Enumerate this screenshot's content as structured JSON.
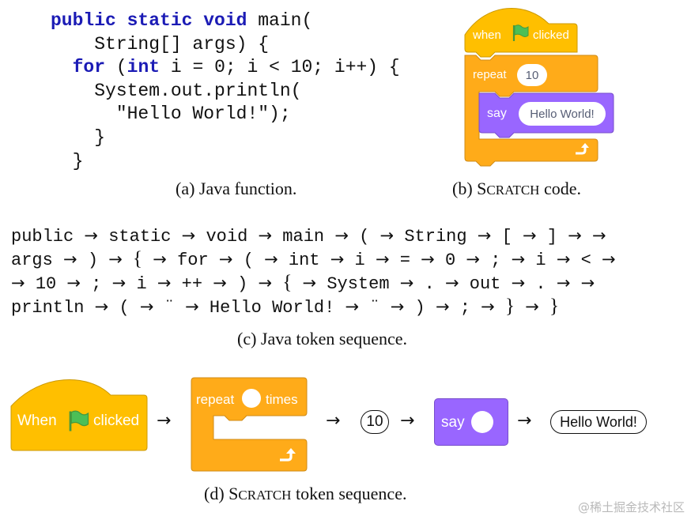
{
  "java_code": {
    "lines": [
      [
        {
          "t": "public static void",
          "kw": true
        },
        {
          "t": " main("
        }
      ],
      [
        {
          "t": "    String[] args) {"
        }
      ],
      [
        {
          "t": "  "
        },
        {
          "t": "for",
          "kw": true
        },
        {
          "t": " ("
        },
        {
          "t": "int",
          "kw": true
        },
        {
          "t": " i = 0; i < 10; i++) {"
        }
      ],
      [
        {
          "t": "    System.out.println("
        }
      ],
      [
        {
          "t": "      \"Hello World!\");"
        }
      ],
      [
        {
          "t": "    }"
        }
      ],
      [
        {
          "t": "  }"
        }
      ]
    ],
    "keyword_color": "#1b1bb5"
  },
  "captions": {
    "a": {
      "prefix": "(a) Java function.",
      "sc": ""
    },
    "b": {
      "pre": "(b) S",
      "sc": "CRATCH",
      "post": " code."
    },
    "c": "(c) Java token sequence.",
    "d": {
      "pre": "(d) S",
      "sc": "CRATCH",
      "post": " token sequence."
    }
  },
  "scratch_code": {
    "hat_when": "when",
    "hat_clicked": "clicked",
    "repeat_label": "repeat",
    "repeat_value": "10",
    "say_label": "say",
    "say_value": "Hello World!",
    "colors": {
      "events": "#ffbf00",
      "events_dark": "#cc9900",
      "control": "#ffab19",
      "control_dark": "#cf8b17",
      "looks": "#9966ff",
      "looks_dark": "#774dcb",
      "flag": "#4cbf56"
    }
  },
  "java_tokens": {
    "lines": [
      [
        "public",
        "static",
        "void",
        "main",
        "(",
        "String",
        "[",
        "]",
        ""
      ],
      [
        "args",
        ")",
        "{",
        "for",
        "(",
        "int",
        "i",
        "=",
        "0",
        ";",
        "i",
        "<"
      ],
      [
        "",
        "10",
        ";",
        "i",
        "++",
        ")",
        "{",
        "System",
        ".",
        "out",
        ".",
        ""
      ],
      [
        "println",
        "(",
        "¨",
        "Hello World!",
        "¨",
        ")",
        ";",
        "}",
        "}"
      ]
    ],
    "arrow": "→"
  },
  "scratch_tokens": {
    "when_label": "When",
    "clicked_label": "clicked",
    "repeat_label": "repeat",
    "times_label": "times",
    "num_token": "10",
    "say_label": "say",
    "string_token": "Hello World!",
    "arrow": "→"
  },
  "watermark": "@稀土掘金技术社区"
}
